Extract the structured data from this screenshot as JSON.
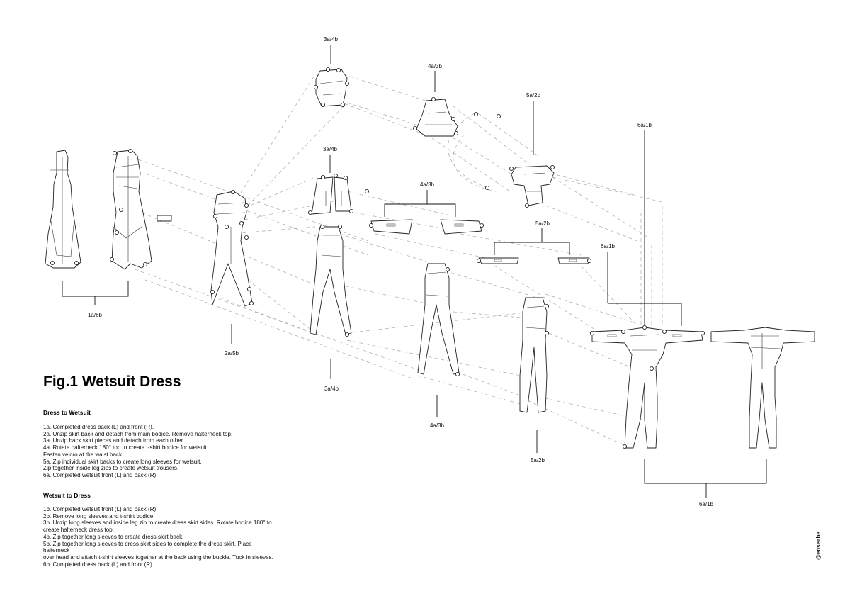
{
  "figure": {
    "title": "Fig.1 Wetsuit Dress",
    "credit": "@enseabe"
  },
  "step_labels": {
    "s1": "1a/6b",
    "s2": "2a/5b",
    "s3_top": "3a/4b",
    "s3_mid": "3a/4b",
    "s3_bottom": "3a/4b",
    "s4_top": "4a/3b",
    "s4_mid": "4a/3b",
    "s4_bottom": "4a/3b",
    "s5_top": "5a/2b",
    "s5_mid": "5a/2b",
    "s5_bottom": "5a/2b",
    "s6_top": "6a/1b",
    "s6_mid": "6a/1b",
    "s6_bottom": "6a/1b"
  },
  "dress_to_wetsuit": {
    "heading": "Dress to Wetsuit",
    "steps": [
      "1a. Completed dress back (L) and front (R).",
      "2a. Unzip skirt back and detach from main bodice. Remove halterneck top.",
      "3a. Unzip back skirt pieces and detach from each other.",
      "4a. Rotate halterneck 180° top to create t-shirt bodice for wetsuit.",
      "Fasten velcro at the waist back.",
      "5a. Zip individual skirt backs to create long sleeves for wetsuit.",
      "Zip together inside leg zips to create wetsuit trousers.",
      "6a. Completed wetsuit front (L) and back (R)."
    ]
  },
  "wetsuit_to_dress": {
    "heading": "Wetsuit to Dress",
    "steps": [
      "1b. Completed wetsuit front (L) and back (R).",
      "2b. Remove long sleeves and t-shirt bodice.",
      "3b. Unzip long sleeves and inside leg zip to create dress skirt sides. Rotate bodice 180° to",
      "create halterneck dress top.",
      "4b. Zip together long sleeves to create dress skirt back.",
      "5b. Zip together long sleeves to dress skirt sides to complete the dress skirt. Place halterneck",
      "over head and attach t-shirt sleeves together at the back using the buckle. Tuck in sleeves.",
      "6b. Completed dress back (L) and front (R)."
    ]
  }
}
